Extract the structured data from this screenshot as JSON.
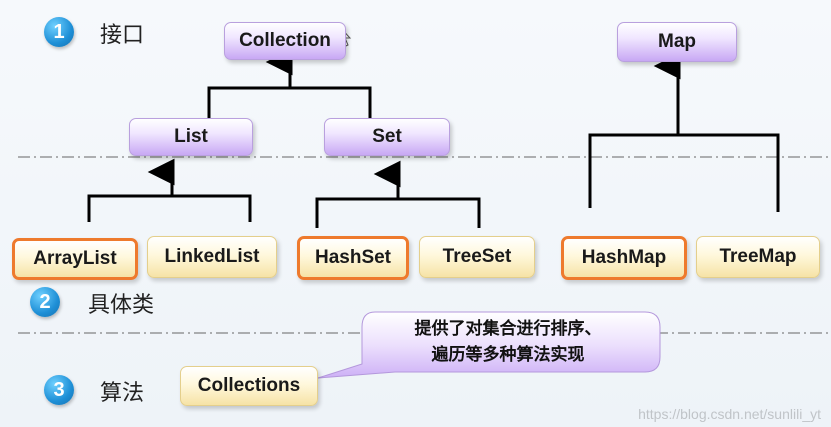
{
  "sections": [
    {
      "number": "1",
      "label": "接口"
    },
    {
      "number": "2",
      "label": "具体类"
    },
    {
      "number": "3",
      "label": "算法"
    }
  ],
  "interfaces": {
    "collection": "Collection",
    "list": "List",
    "set": "Set",
    "map": "Map"
  },
  "classes": {
    "arraylist": "ArrayList",
    "linkedlist": "LinkedList",
    "hashset": "HashSet",
    "treeset": "TreeSet",
    "hashmap": "HashMap",
    "treemap": "TreeMap"
  },
  "algorithm": {
    "collections": "Collections",
    "callout_line1": "提供了对集合进行排序、",
    "callout_line2": "遍历等多种算法实现"
  },
  "watermark": "https://blog.csdn.net/sunlili_yt",
  "colors": {
    "interface_fill": "#d9c2f7",
    "class_fill": "#fdf0c4",
    "highlight_border": "#ee7a2d",
    "number_badge": "#1e8fd6",
    "callout_fill": "#e4d2fb"
  }
}
